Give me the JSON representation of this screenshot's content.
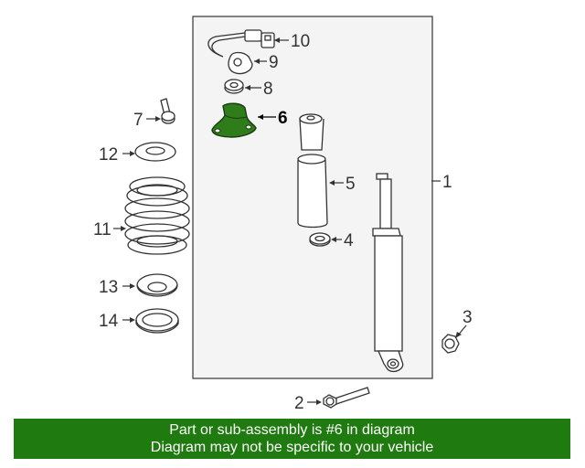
{
  "callouts": {
    "c1": "1",
    "c2": "2",
    "c3": "3",
    "c4": "4",
    "c5": "5",
    "c6": "6",
    "c7": "7",
    "c8": "8",
    "c9": "9",
    "c10": "10",
    "c11": "11",
    "c12": "12",
    "c13": "13",
    "c14": "14"
  },
  "highlight": {
    "part": "6",
    "color": "#2e7d1a"
  },
  "banner": {
    "line1": "Part or sub-assembly is #6 in diagram",
    "line2": "Diagram may not be specific to your vehicle",
    "color": "#1f7a0f"
  }
}
